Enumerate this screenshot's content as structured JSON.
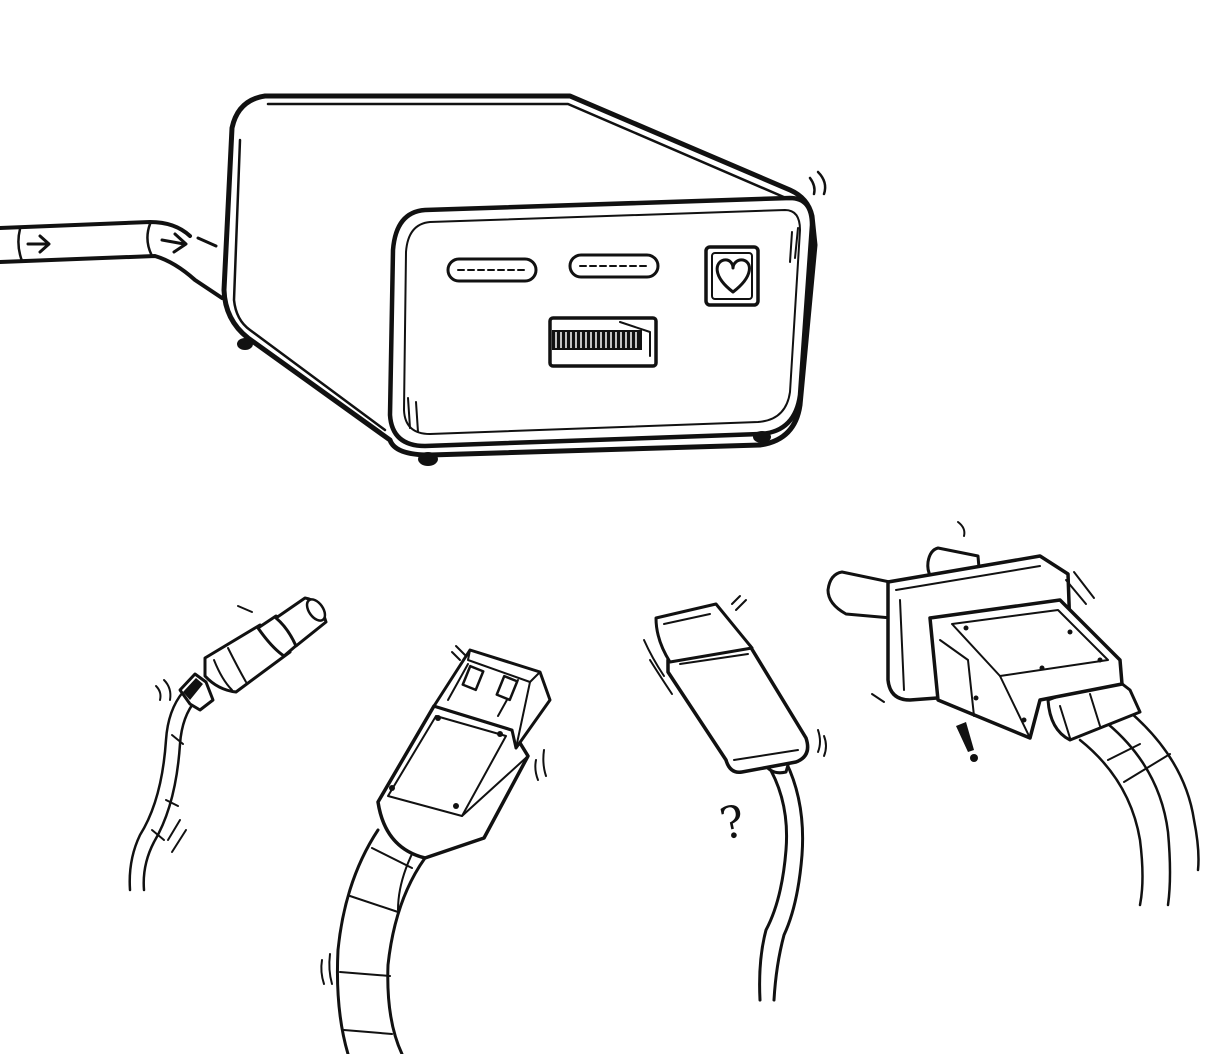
{
  "scene": {
    "background": "#ffffff",
    "ink_color": "#111111",
    "style": "black-and-white line drawing",
    "objects": [
      {
        "name": "hub-device",
        "icons": [
          "heart-icon"
        ],
        "ports": [
          "oval-port",
          "oval-port",
          "usb-a-port"
        ]
      },
      {
        "name": "power-cable-input"
      },
      {
        "name": "barrel-plug"
      },
      {
        "name": "usb-a-plug"
      },
      {
        "name": "usb-c-plug"
      },
      {
        "name": "ac-power-plug"
      }
    ],
    "marks": {
      "question": "?",
      "exclamation": "!"
    }
  }
}
